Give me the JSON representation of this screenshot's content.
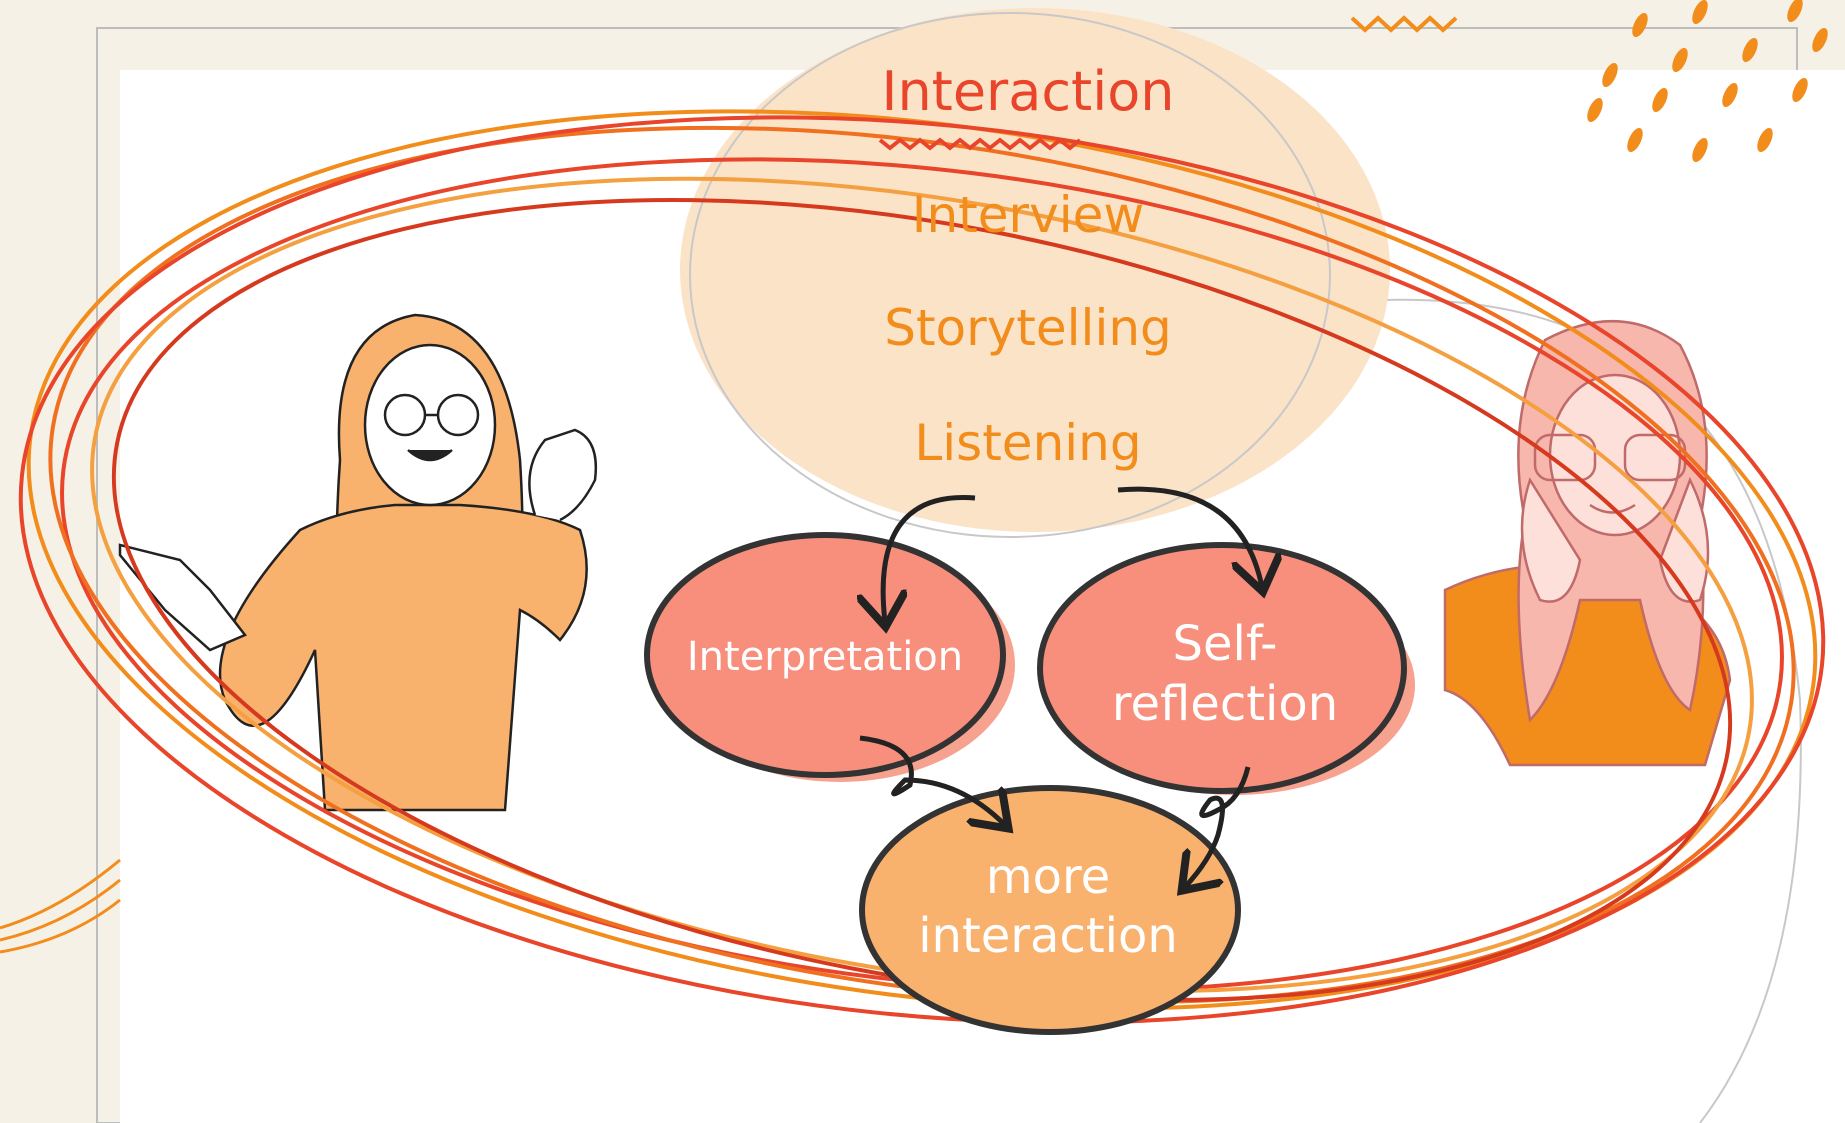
{
  "diagram": {
    "title": "Interaction",
    "activities": [
      "Interview",
      "Storytelling",
      "Listening"
    ],
    "nodes": {
      "interpretation": "Interpretation",
      "self_reflection_line1": "Self-",
      "self_reflection_line2": "reflection",
      "more_interaction_line1": "more",
      "more_interaction_line2": "interaction"
    },
    "colors": {
      "background": "#f6f1e6",
      "bubble": "#fbe3c8",
      "node_red": "#f78f7c",
      "node_orange": "#f9b16e",
      "ring_orange": "#f28c1b",
      "ring_red": "#e8452a",
      "title_red": "#e8452a"
    },
    "connections": [
      [
        "Listening",
        "Interpretation"
      ],
      [
        "Listening",
        "Self-reflection"
      ],
      [
        "Interpretation",
        "more interaction"
      ],
      [
        "Self-reflection",
        "more interaction"
      ]
    ]
  }
}
